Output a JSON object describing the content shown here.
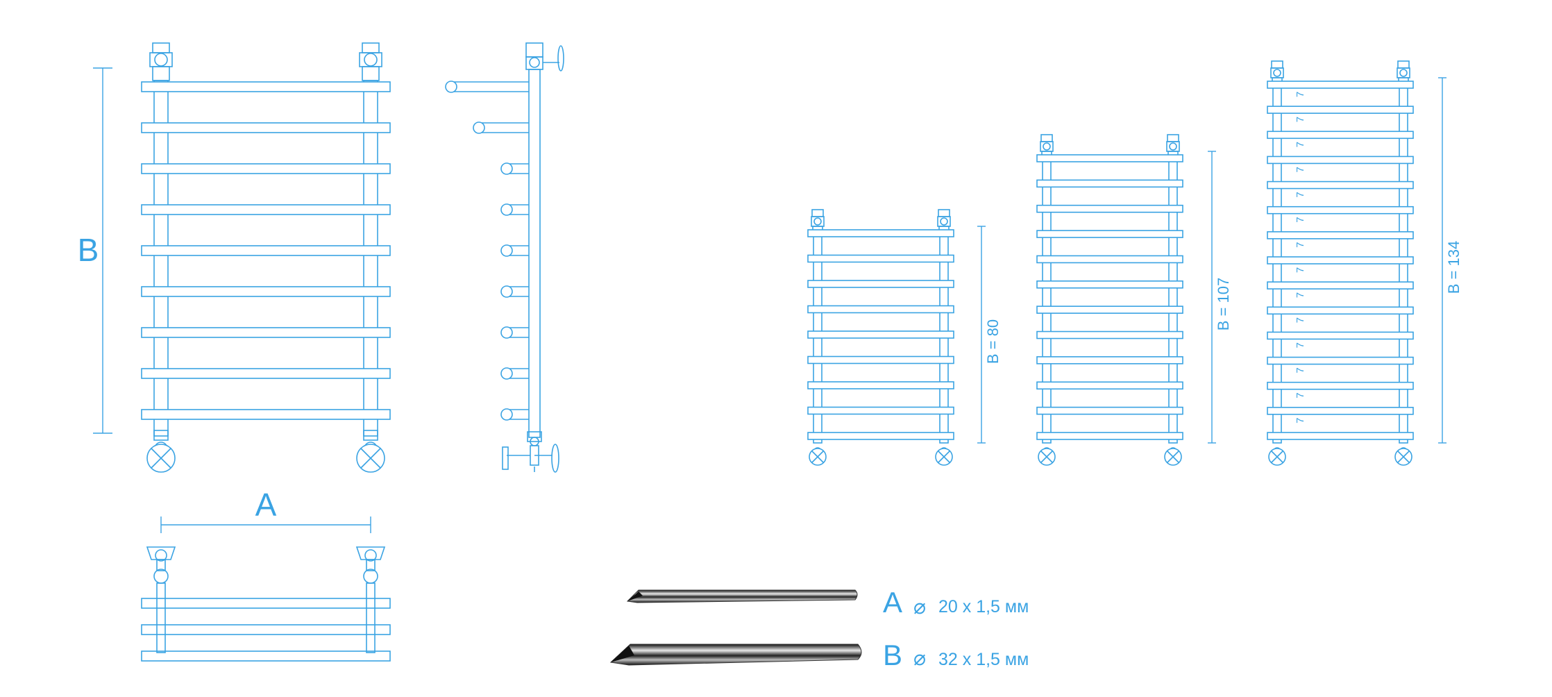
{
  "labels": {
    "dim_a": "A",
    "dim_b": "B",
    "height_80": "B = 80",
    "height_107": "B = 107",
    "height_134": "B = 134",
    "bar_marker": "7",
    "diameter_symbol": "⌀"
  },
  "pipes": [
    {
      "letter": "A",
      "spec": "20 x 1,5 мм"
    },
    {
      "letter": "B",
      "spec": "32 x 1,5 мм"
    }
  ],
  "variants": [
    {
      "height_label": "B = 80",
      "rungs": 9
    },
    {
      "height_label": "B = 107",
      "rungs": 12
    },
    {
      "height_label": "B = 134",
      "rungs": 15
    }
  ],
  "colors": {
    "line": "#3aa3e3",
    "pipe_dark": "#222222",
    "pipe_light": "#cfcfcf"
  }
}
